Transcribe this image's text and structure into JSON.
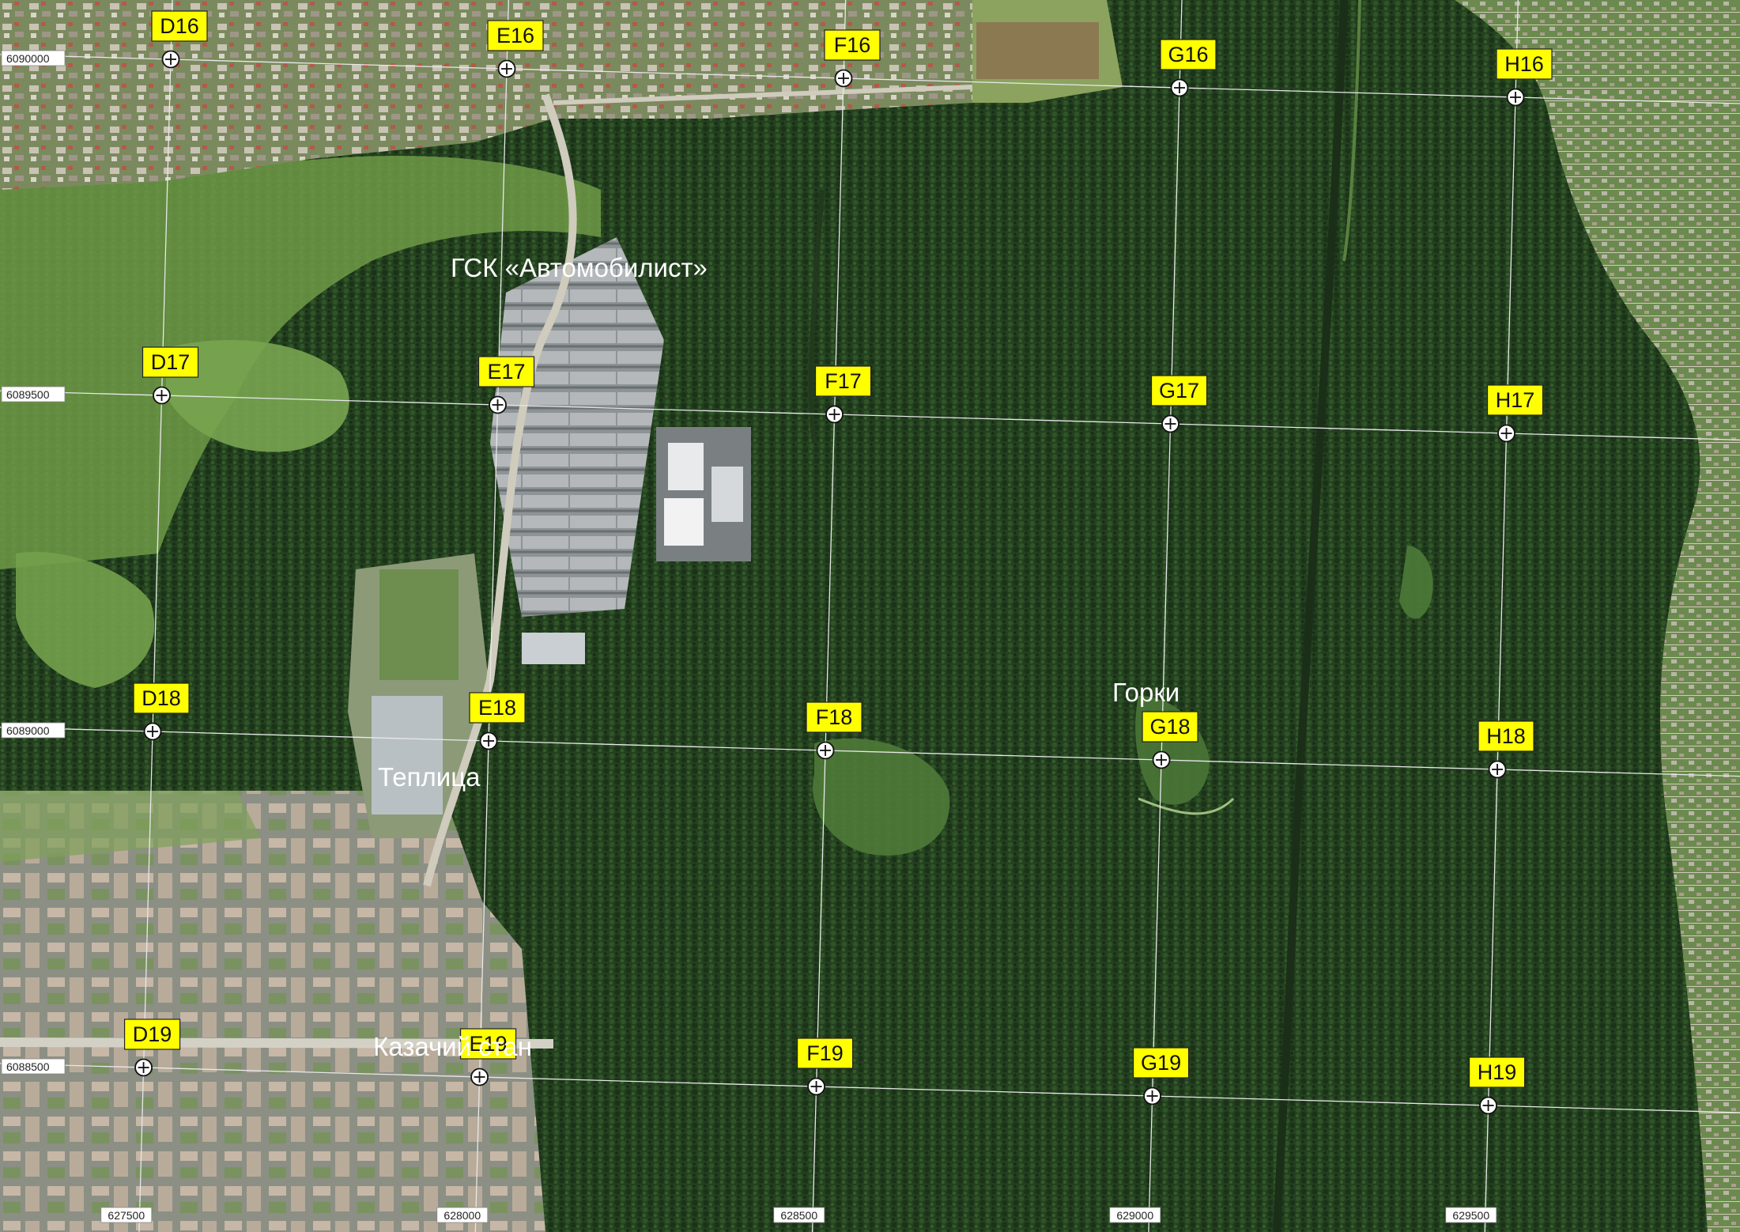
{
  "map": {
    "type": "satellite-grid-map",
    "colors": {
      "forest_dark": "#1f3a1f",
      "forest_mid": "#2d4e2a",
      "meadow": "#6f9a48",
      "urban": "#9a9a8e",
      "road": "#c9c6bb",
      "grid_line": "#e8e8e8",
      "marker_fill": "#ffff00",
      "marker_text": "#111111",
      "place_text": "#ffffff"
    },
    "grid_columns": [
      "D",
      "E",
      "F",
      "G",
      "H"
    ],
    "grid_rows": [
      "16",
      "17",
      "18",
      "19"
    ],
    "markers": [
      [
        "D16",
        "E16",
        "F16",
        "G16",
        "H16"
      ],
      [
        "D17",
        "E17",
        "F17",
        "G17",
        "H17"
      ],
      [
        "D18",
        "E18",
        "F18",
        "G18",
        "H18"
      ],
      [
        "D19",
        "E19",
        "F19",
        "G19",
        "H19"
      ]
    ],
    "northing_labels": [
      "6090000",
      "6089500",
      "6089000",
      "6088500"
    ],
    "easting_labels": [
      "627500",
      "628000",
      "628500",
      "629000",
      "629500"
    ],
    "places": [
      {
        "id": "gsk",
        "text": "ГСК «Автомобилист»"
      },
      {
        "id": "gorki",
        "text": "Горки"
      },
      {
        "id": "teplitsa",
        "text": "Теплица"
      },
      {
        "id": "kazachiy",
        "text": "Казачий стан"
      }
    ],
    "marker_icon": "crosshair-circle-icon"
  }
}
